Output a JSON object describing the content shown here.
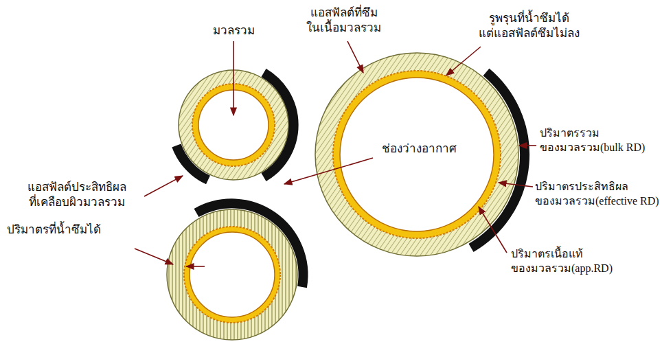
{
  "diagram": {
    "labels": [
      "มวลรวม",
      "แอสฟัลต์ที่ซึม ในเนื้อมวลรวม",
      "รูพรุนที่น้ำซึมได้ แต่แอสฟัลต์ซึมไม่ลง",
      "ช่องว่างอากาศ",
      "ปริมาตรรวม ของมวลรวม(bulk RD)",
      "ปริมาตรประสิทธิผล ของมวลรวม(effective RD)",
      "แอสฟัลต์ประสิทธิผล ที่เคลือบผิวมวลรวม",
      "ปริมาตรที่น้ำซึมได้",
      "ปริมาตรเนื้อแท้ ของมวลรวม(app.RD)"
    ]
  }
}
